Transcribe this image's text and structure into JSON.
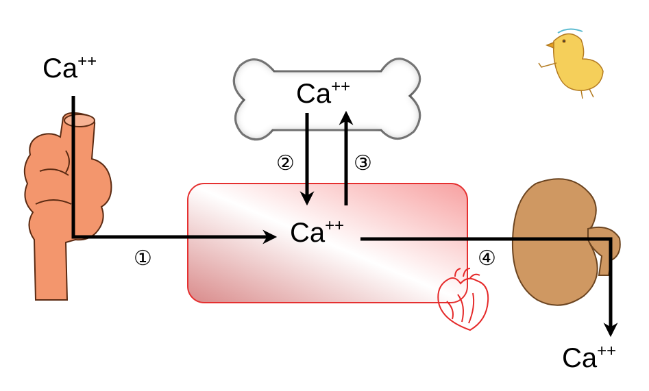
{
  "labels": {
    "intake_ion": "Ca",
    "intake_charge": "++",
    "bone_ion": "Ca",
    "bone_charge": "++",
    "blood_ion": "Ca",
    "blood_charge": "++",
    "excreted_ion": "Ca",
    "excreted_charge": "++"
  },
  "steps": {
    "absorption": "①",
    "deposition": "②",
    "resorption": "③",
    "excretion": "④"
  },
  "colors": {
    "intestine": "#f3966d",
    "bone_outline": "#444444",
    "blood_border": "#e53030",
    "blood_fill": "#f6c3c3",
    "kidney": "#cf9862",
    "heart_outline": "#e52a2a",
    "arrow": "#000000"
  },
  "icons": [
    "intestine-icon",
    "bone-icon",
    "heart-icon",
    "kidney-icon",
    "chick-icon"
  ]
}
